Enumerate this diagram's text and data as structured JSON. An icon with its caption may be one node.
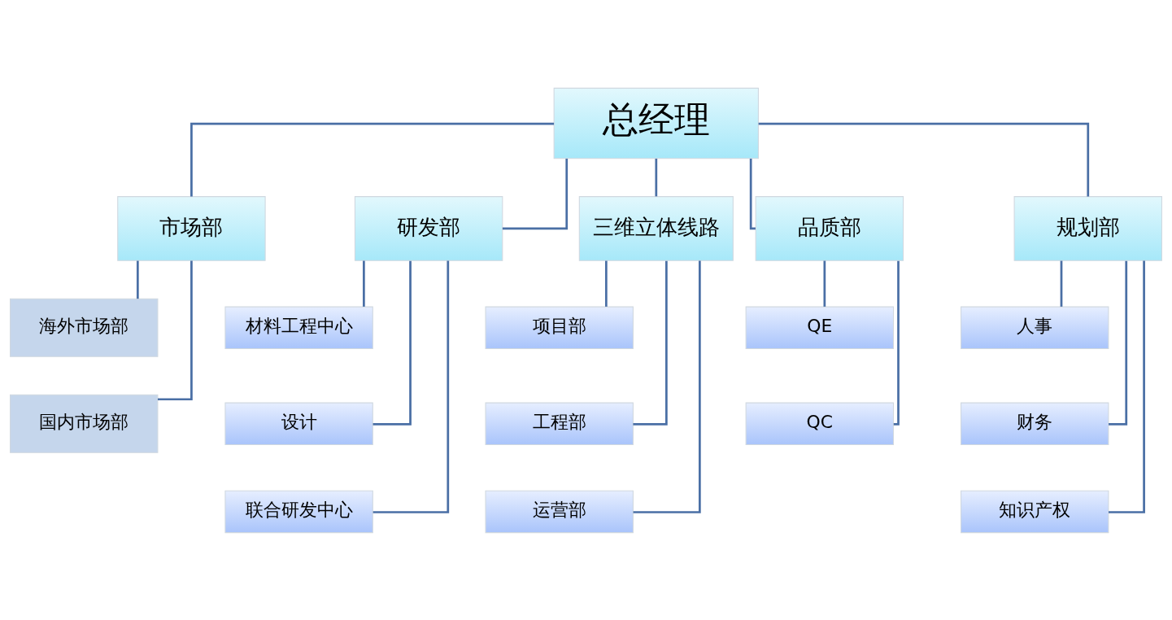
{
  "diagram": {
    "nodes": [
      {
        "text": [
          "总经理"
        ]
      },
      {
        "text": [
          "市场部"
        ]
      },
      {
        "text": [
          "海外市场部"
        ]
      },
      {
        "text": [
          "国内市场部"
        ]
      },
      {
        "text": [
          "研发部"
        ]
      },
      {
        "text": [
          "材料工程中心"
        ]
      },
      {
        "text": [
          "设计"
        ]
      },
      {
        "text": [
          "联合研发中心"
        ]
      },
      {
        "text": [
          "三维立体线路"
        ]
      },
      {
        "text": [
          "项目部"
        ]
      },
      {
        "text": [
          "工程部"
        ]
      },
      {
        "text": [
          "运营部"
        ]
      },
      {
        "text": [
          "品质部"
        ]
      },
      {
        "text": [
          "QE"
        ]
      },
      {
        "text": [
          "QC"
        ]
      },
      {
        "text": [
          "规划部"
        ]
      },
      {
        "text": [
          "人事"
        ]
      },
      {
        "text": [
          "财务"
        ]
      },
      {
        "text": [
          "知识产权"
        ]
      }
    ],
    "edges": [
      {
        "from": 0,
        "to": 1,
        "arrow": "none"
      },
      {
        "from": 0,
        "to": 4,
        "arrow": "none"
      },
      {
        "from": 0,
        "to": 8,
        "arrow": "none"
      },
      {
        "from": 0,
        "to": 12,
        "arrow": "none"
      },
      {
        "from": 0,
        "to": 15,
        "arrow": "none"
      },
      {
        "from": 1,
        "to": 2,
        "arrow": "none"
      },
      {
        "from": 1,
        "to": 3,
        "arrow": "none"
      },
      {
        "from": 4,
        "to": 5,
        "arrow": "none"
      },
      {
        "from": 4,
        "to": 6,
        "arrow": "none"
      },
      {
        "from": 4,
        "to": 7,
        "arrow": "none"
      },
      {
        "from": 8,
        "to": 9,
        "arrow": "none"
      },
      {
        "from": 8,
        "to": 10,
        "arrow": "none"
      },
      {
        "from": 8,
        "to": 11,
        "arrow": "none"
      },
      {
        "from": 12,
        "to": 13,
        "arrow": "none"
      },
      {
        "from": 12,
        "to": 14,
        "arrow": "none"
      },
      {
        "from": 15,
        "to": 16,
        "arrow": "none"
      },
      {
        "from": 15,
        "to": 17,
        "arrow": "none"
      },
      {
        "from": 15,
        "to": 18,
        "arrow": "none"
      }
    ]
  }
}
